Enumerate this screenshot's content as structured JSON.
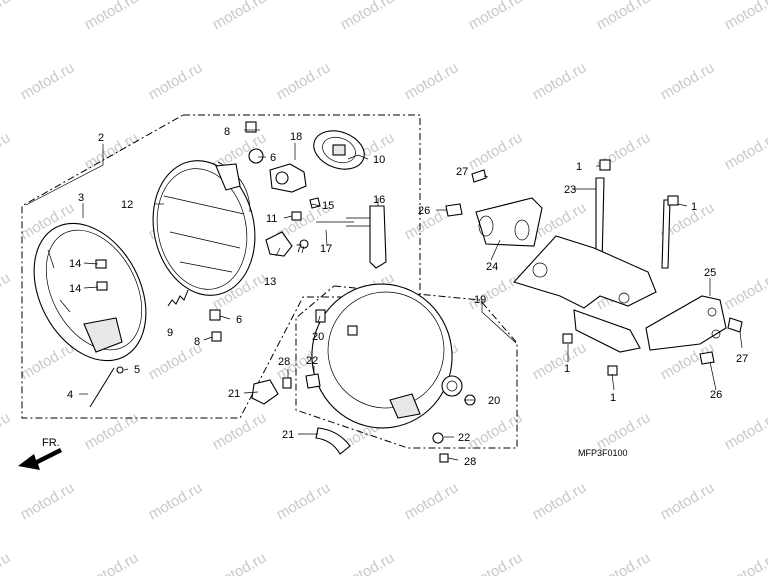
{
  "diagram": {
    "code": "MFP3F0100",
    "direction": "FR.",
    "watermark": "motod.ru",
    "labels": {
      "p1": "1",
      "p2": "2",
      "p3": "3",
      "p4": "4",
      "p5": "5",
      "p6": "6",
      "p7": "7",
      "p8": "8",
      "p9": "9",
      "p10": "10",
      "p11": "11",
      "p12": "12",
      "p13": "13",
      "p14": "14",
      "p15": "15",
      "p16": "16",
      "p17": "17",
      "p18": "18",
      "p19": "19",
      "p20": "20",
      "p21": "21",
      "p22": "22",
      "p23": "23",
      "p24": "24",
      "p25": "25",
      "p26": "26",
      "p27": "27",
      "p28": "28"
    }
  }
}
